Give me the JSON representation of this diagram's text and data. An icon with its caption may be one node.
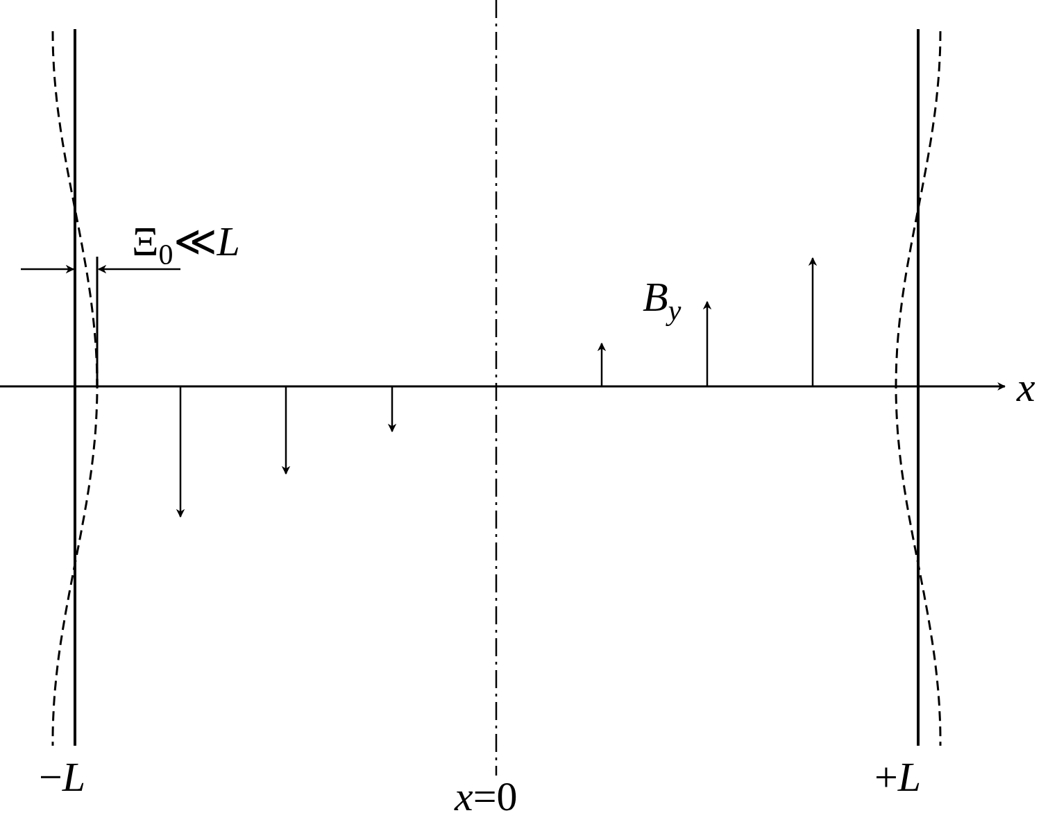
{
  "diagram": {
    "labels": [
      "Ξ$_{0}$≪*L*",
      "*B*$_{y}$",
      "*x*",
      "−*L*",
      "+*L*",
      "*x*=0"
    ]
  }
}
